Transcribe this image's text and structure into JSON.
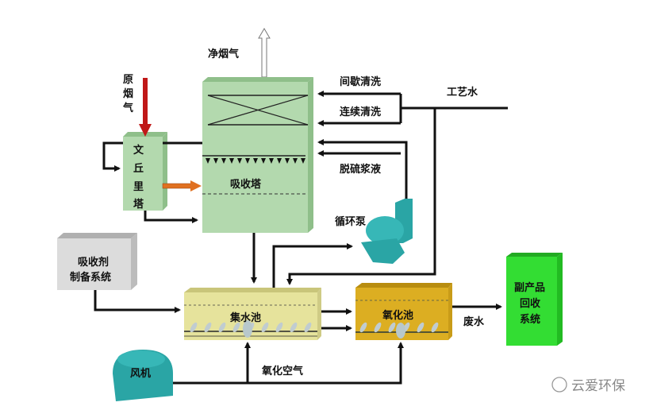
{
  "labels": {
    "clean_gas": "净烟气",
    "raw_gas": [
      "原",
      "烟",
      "气"
    ],
    "venturi": [
      "文",
      "丘",
      "里",
      "塔"
    ],
    "absorber": "吸收塔",
    "intermittent_wash": "间歇清洗",
    "continuous_wash": "连续清洗",
    "process_water": "工艺水",
    "slurry": "脱硫浆液",
    "circulation_pump": "循环泵",
    "absorbent_prep": [
      "吸收剂",
      "制备系统"
    ],
    "collection_tank": "集水池",
    "oxidation_tank": "氧化池",
    "wastewater": "废水",
    "byproduct": [
      "副产品",
      "回收",
      "系统"
    ],
    "fan": "风机",
    "oxidation_air": "氧化空气"
  },
  "watermark": "云爱环保",
  "colors": {
    "tower": "#b3d9ae",
    "tank": "#e6e39c",
    "oxidation": "#dcae22",
    "byproduct": "#33dd33",
    "equipment": "#2aa5a5",
    "absorbent": "#dcdcdc",
    "raw_gas_arrow": "#c01818",
    "transfer_arrow": "#e07020"
  }
}
